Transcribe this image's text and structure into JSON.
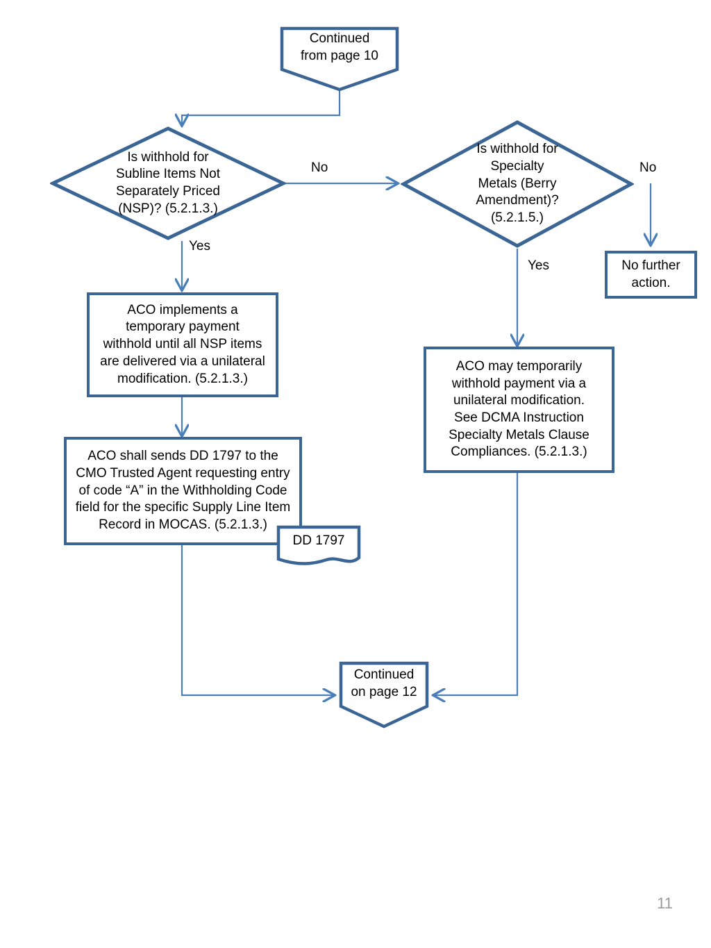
{
  "document": {
    "page_number": "11"
  },
  "theme": {
    "shape_border": "#3A6595",
    "connector": "#4A7EBB",
    "shape_fill": "#FFFFFF",
    "text": "#000000",
    "page_number_color": "#9A9A9A"
  },
  "nodes": {
    "continued_from": {
      "label": "Continued\nfrom page 10",
      "shape": "pentagon"
    },
    "decision_nsp": {
      "label": "Is withhold for\nSubline Items Not\nSeparately Priced\n(NSP)? (5.2.1.3.)",
      "shape": "diamond"
    },
    "decision_specialty_metals": {
      "label": "Is withhold for\nSpecialty\nMetals (Berry\nAmendment)?\n(5.2.1.5.)",
      "shape": "diamond"
    },
    "no_further_action": {
      "label": "No further\naction.",
      "shape": "rectangle"
    },
    "aco_implements": {
      "label": "ACO implements a\ntemporary payment\nwithhold until all NSP items\nare delivered via a unilateral\nmodification.  (5.2.1.3.)",
      "shape": "rectangle"
    },
    "aco_sends_dd1797": {
      "label": "ACO shall sends DD 1797 to the\nCMO Trusted Agent requesting entry\nof code “A” in the Withholding Code\nfield for the specific Supply Line Item\nRecord in MOCAS.  (5.2.1.3.)",
      "shape": "rectangle"
    },
    "dd1797_document": {
      "label": "DD 1797",
      "shape": "document"
    },
    "aco_may_withhold": {
      "label": "ACO may temporarily\nwithhold payment via a\nunilateral modification.\nSee DCMA Instruction\nSpecialty Metals Clause\nCompliances. (5.2.1.3.)",
      "shape": "rectangle"
    },
    "continued_on": {
      "label": "Continued\non page 12",
      "shape": "pentagon"
    }
  },
  "edge_labels": {
    "nsp_no": "No",
    "nsp_yes": "Yes",
    "specialty_no": "No",
    "specialty_yes": "Yes"
  }
}
